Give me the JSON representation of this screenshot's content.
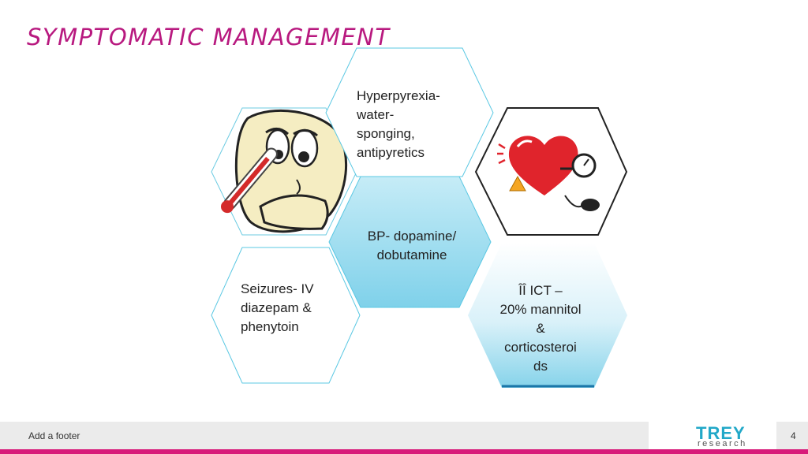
{
  "title": "SYMPTOMATIC MANAGEMENT",
  "hexagons": {
    "hyperpyrexia": [
      "Hyperpyrexia-",
      "water-",
      "sponging,",
      "antipyretics"
    ],
    "bp": [
      "BP- dopamine/",
      "dobutamine"
    ],
    "seizures": [
      "Seizures- IV",
      "diazepam  &",
      "phenytoin"
    ],
    "ict": [
      "ÎÎ ICT –",
      "20% mannitol",
      "&",
      "corticosteroi",
      "ds"
    ]
  },
  "images": {
    "fever": "sick-face-thermometer-illustration",
    "bp_monitor": "heart-blood-pressure-monitor-illustration"
  },
  "footer": {
    "text": "Add a footer",
    "logo_main": "TREY",
    "logo_sub": "research",
    "page_number": "4"
  },
  "colors": {
    "accent": "#b8197f",
    "hex_border": "#5bc8e3",
    "hex_fill": "#9cdbef",
    "footer_bar": "#d81b7a",
    "logo": "#22a8c8"
  }
}
